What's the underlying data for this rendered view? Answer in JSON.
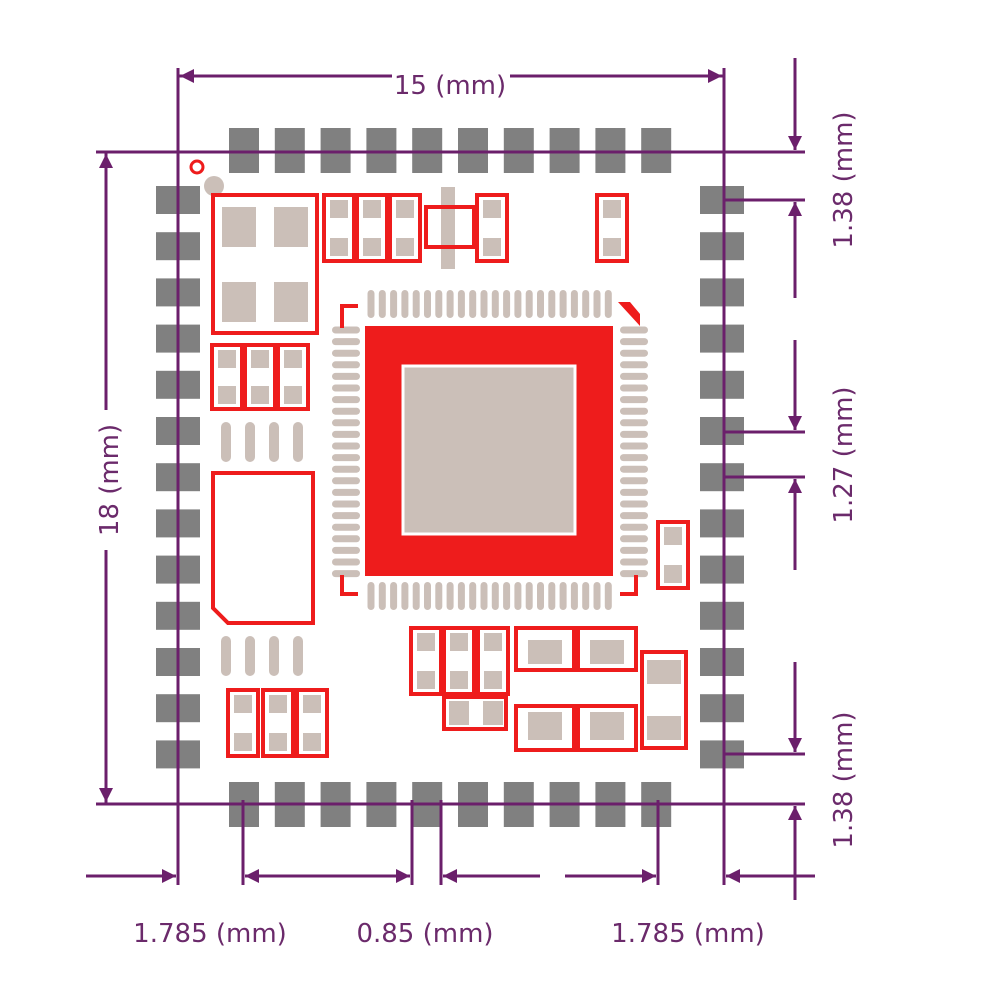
{
  "colors": {
    "dimension": "#6b1f6b",
    "pad_gray": "#808080",
    "silk_red": "#ee1c1c",
    "copper_tan": "#cbbfb8",
    "background": "#ffffff"
  },
  "dimensions": {
    "width": "15 (mm)",
    "height": "18 (mm)",
    "right_top_margin": "1.38 (mm)",
    "right_pitch": "1.27 (mm)",
    "right_bottom_margin": "1.38 (mm)",
    "bottom_left_margin": "1.785 (mm)",
    "bottom_gap": "0.85 (mm)",
    "bottom_right_margin": "1.785 (mm)"
  },
  "pads": {
    "top_count": 10,
    "bottom_count": 10,
    "left_count": 13,
    "right_count": 13
  },
  "qfp": {
    "pins_per_side": 22
  }
}
